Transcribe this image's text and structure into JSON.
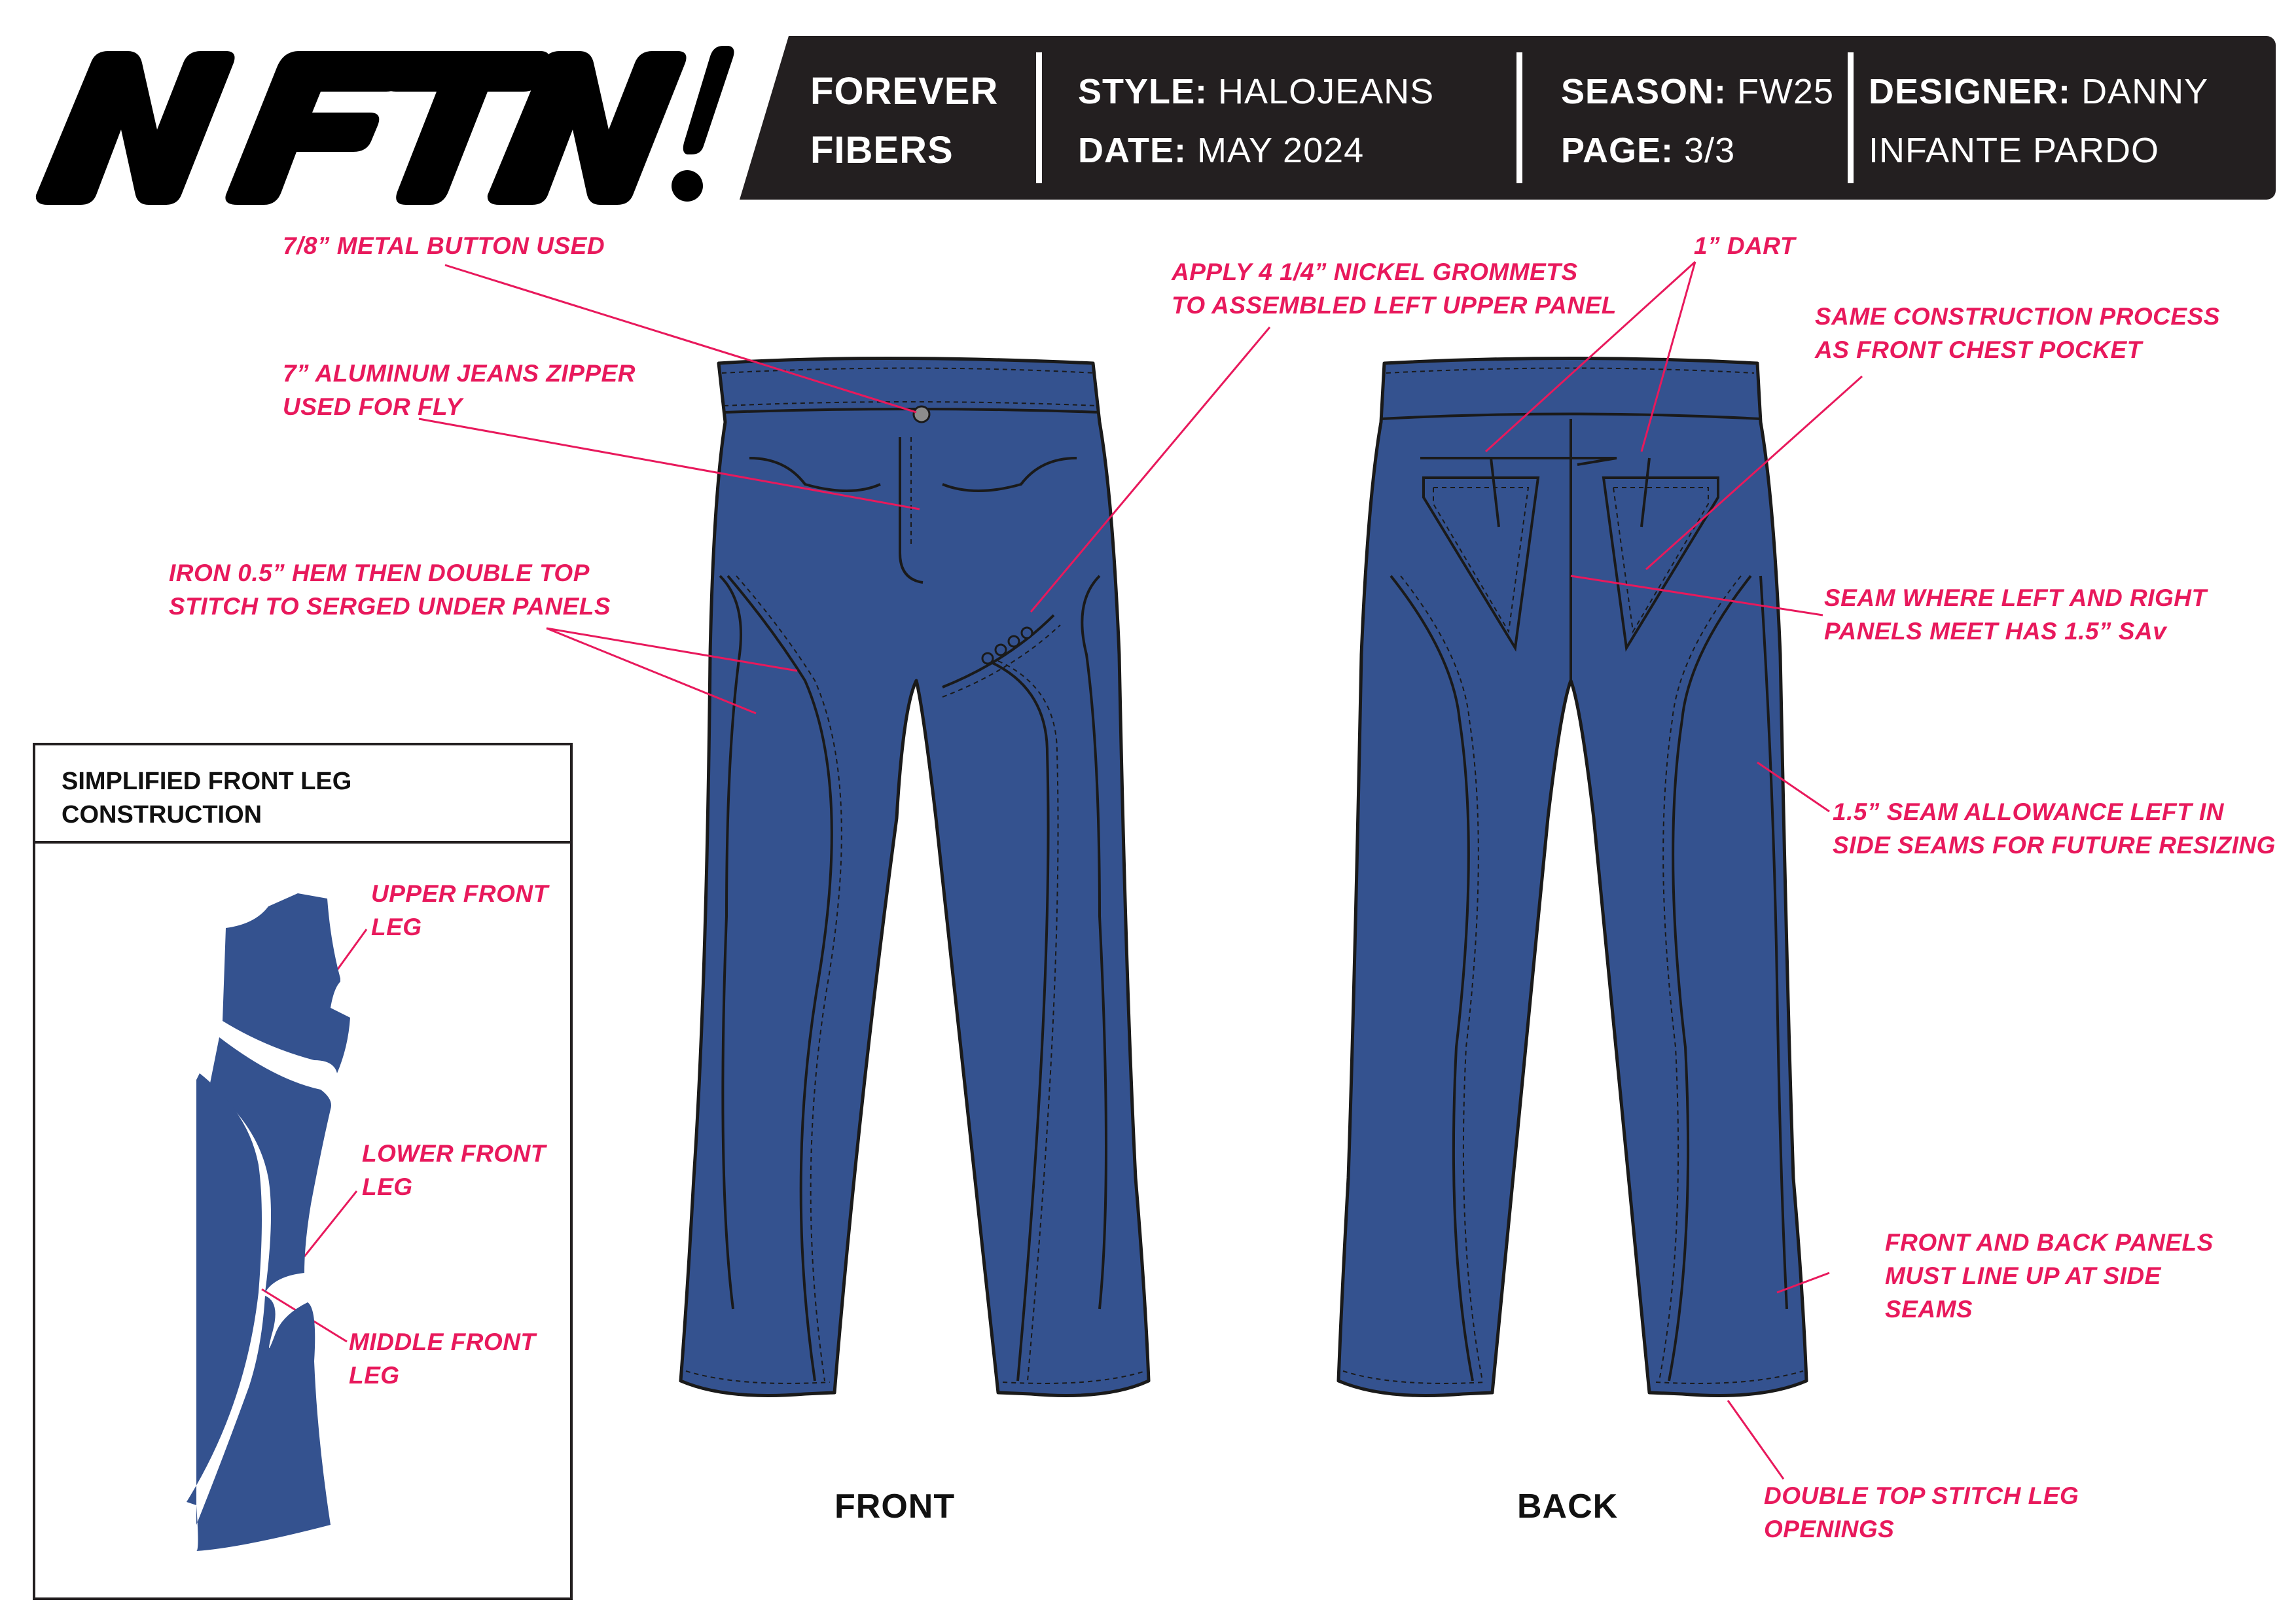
{
  "header": {
    "logo_text": "NFTN!",
    "brand_line1": "FOREVER",
    "brand_line2": "FIBERS",
    "style_label": "STYLE:",
    "style_value": "HALOJEANS",
    "date_label": "DATE:",
    "date_value": "MAY 2024",
    "season_label": "SEASON:",
    "season_value": "FW25",
    "page_label": "PAGE:",
    "page_value": "3/3",
    "designer_label": "DESIGNER:",
    "designer_value_line1": "DANNY",
    "designer_value_line2": "INFANTE PARDO"
  },
  "colors": {
    "denim": "#34528f",
    "callout": "#e8195c",
    "ink": "#231f20"
  },
  "callouts": {
    "metal_button": "7/8” METAL BUTTON USED",
    "zipper": "7” ALUMINUM JEANS ZIPPER\nUSED FOR FLY",
    "hem": "IRON 0.5” HEM THEN DOUBLE TOP\nSTITCH TO SERGED UNDER PANELS",
    "grommets": "APPLY 4 1/4” NICKEL GROMMETS\nTO ASSEMBLED LEFT UPPER PANEL",
    "dart": "1” DART",
    "same_construction": "SAME CONSTRUCTION PROCESS\nAS FRONT CHEST POCKET",
    "seam_meet": "SEAM WHERE LEFT AND RIGHT\nPANELS MEET HAS 1.5” SAv",
    "seam_allowance": "1.5” SEAM ALLOWANCE LEFT IN\nSIDE SEAMS FOR FUTURE RESIZING",
    "panels_line_up": "FRONT AND BACK PANELS\nMUST LINE UP AT SIDE\nSEAMS",
    "leg_openings": "DOUBLE TOP STITCH LEG\nOPENINGS"
  },
  "views": {
    "front": "FRONT",
    "back": "BACK"
  },
  "inset": {
    "title": "SIMPLIFIED FRONT LEG\nCONSTRUCTION",
    "upper": "UPPER FRONT\nLEG",
    "lower": "LOWER FRONT\nLEG",
    "middle": "MIDDLE FRONT\nLEG"
  }
}
